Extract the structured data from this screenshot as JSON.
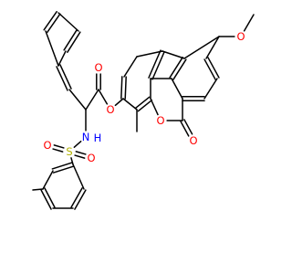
{
  "molecule": {
    "colors": {
      "bond": "#000000",
      "O": "#ff0000",
      "N": "#0000ff",
      "S": "#b2b200",
      "background": "#ffffff"
    },
    "atoms": [
      {
        "id": "o_methoxy",
        "element": "O",
        "label": "O",
        "name": "methoxy-oxygen"
      },
      {
        "id": "o_carbonyl_lactone",
        "element": "O",
        "label": "O",
        "name": "lactone-carbonyl-oxygen"
      },
      {
        "id": "o_ring_lactone",
        "element": "O",
        "label": "O",
        "name": "lactone-ring-oxygen"
      },
      {
        "id": "o_ester_bridge",
        "element": "O",
        "label": "O",
        "name": "ester-bridge-oxygen"
      },
      {
        "id": "o_ester_carbonyl",
        "element": "O",
        "label": "O",
        "name": "ester-carbonyl-oxygen"
      },
      {
        "id": "n_sulfonamide",
        "element": "N",
        "label": "N",
        "name": "sulfonamide-nitrogen"
      },
      {
        "id": "h_sulfonamide",
        "element": "N",
        "label": "H",
        "name": "sulfonamide-hydrogen"
      },
      {
        "id": "s_sulfonyl",
        "element": "S",
        "label": "S",
        "name": "sulfonyl-sulfur"
      },
      {
        "id": "o_sulfonyl_left",
        "element": "O",
        "label": "O",
        "name": "sulfonyl-oxygen-left"
      },
      {
        "id": "o_sulfonyl_right",
        "element": "O",
        "label": "O",
        "name": "sulfonyl-oxygen-right"
      }
    ]
  }
}
